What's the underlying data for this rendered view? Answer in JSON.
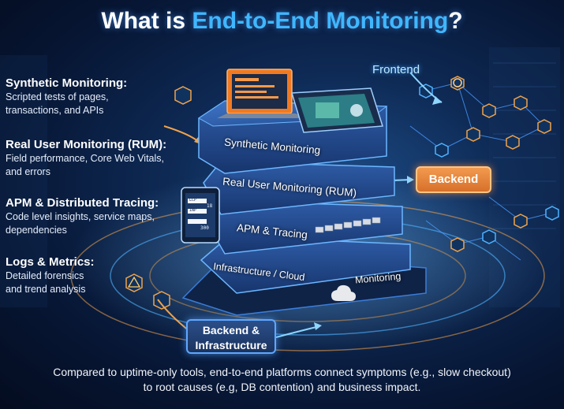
{
  "title": {
    "prefix": "What is ",
    "accent": "End-to-End Monitoring",
    "suffix": "?"
  },
  "left_panel": [
    {
      "heading": "Synthetic Monitoring:",
      "lines": [
        "Scripted tests of pages,",
        "transactions, and APIs"
      ]
    },
    {
      "heading": "Real User Monitoring (RUM):",
      "lines": [
        "Field performance, Core Web Vitals,",
        "and errors"
      ]
    },
    {
      "heading": "APM & Distributed Tracing:",
      "lines": [
        "Code level insights, service maps,",
        "dependencies"
      ]
    },
    {
      "heading": "Logs & Metrics:",
      "lines": [
        "Detailed forensics",
        "and trend analysis"
      ]
    }
  ],
  "tower": {
    "layer1": "Synthetic Monitoring",
    "layer2": "Real User Monitoring (RUM)",
    "layer3": "APM & Tracing",
    "layer4_left": "Infrastructure / Cloud",
    "layer4_right": "Monitoring"
  },
  "labels": {
    "frontend": "Frontend",
    "backend": "Backend",
    "backend_infra_line1": "Backend &",
    "backend_infra_line2": "Infrastructure"
  },
  "device": {
    "line1": "LCP",
    "line2": "18",
    "line3": "INP",
    "line4": "300"
  },
  "footer": {
    "line1": "Compared to uptime-only tools, end-to-end platforms connect symptoms (e.g., slow checkout)",
    "line2": "to root causes (e.g, DB contention) and business impact."
  },
  "colors": {
    "background": "#0e2a55",
    "accent_blue": "#3fb7ff",
    "accent_orange": "#f29a4f",
    "glow": "#5fa7ff"
  },
  "icons": [
    "laptop-icon",
    "gear-icon",
    "cloud-icon",
    "warning-icon",
    "network-node-icon"
  ]
}
